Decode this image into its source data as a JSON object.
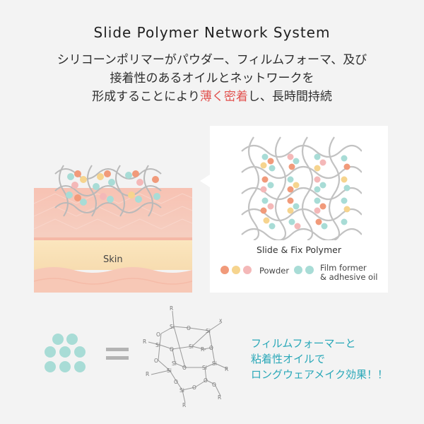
{
  "header": {
    "title": "Slide Polymer Network System",
    "desc_line1": "シリコーンポリマーがパウダー、フィルムフォーマ、及び",
    "desc_line2": "接着性のあるオイルとネットワークを",
    "desc_line3_a": "形成することにより",
    "desc_line3_highlight": "薄く密着",
    "desc_line3_b": "し、長時間持続"
  },
  "skin": {
    "label": "Skin"
  },
  "panel": {
    "label": "Slide & Fix Polymer",
    "legend_powder": "Powder",
    "legend_film_1": "Film former",
    "legend_film_2": "& adhesive oil"
  },
  "bottom": {
    "line1": "フィルムフォーマーと",
    "line2": "粘着性オイルで",
    "line3": "ロングウェアメイク効果！！",
    "equals": "="
  },
  "molecule": {
    "labels": [
      "Si",
      "Si",
      "Si",
      "Si",
      "Si",
      "Si",
      "Si",
      "Si",
      "O",
      "O",
      "O",
      "O",
      "O",
      "O",
      "O",
      "O",
      "O",
      "O",
      "O",
      "O",
      "R",
      "R",
      "R",
      "R",
      "R",
      "R",
      "R",
      "R"
    ]
  },
  "colors": {
    "highlight": "#e2524f",
    "teal_text": "#2aa8b8",
    "powder_orange": "#f19a7a",
    "powder_yellow": "#f6d48e",
    "powder_pink": "#f4b8b8",
    "film_teal": "#a8dcd6",
    "skin_pink": "#f7c9bd",
    "skin_yellow": "#f8e4b8"
  }
}
